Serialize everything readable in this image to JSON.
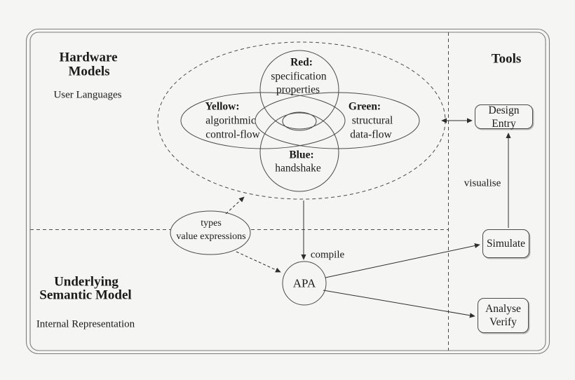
{
  "colors": {
    "background": "#f5f5f3",
    "line": "#4a4a4a",
    "frame": "#7d7d7d",
    "text": "#1b1b1b"
  },
  "hardware_region": {
    "title_line1": "Hardware",
    "title_line2": "Models",
    "subtitle": "User Languages"
  },
  "semantic_region": {
    "title_line1": "Underlying",
    "title_line2": "Semantic Model",
    "subtitle": "Internal Representation"
  },
  "tools_region": {
    "title": "Tools"
  },
  "venn": {
    "red": {
      "title": "Red:",
      "line1": "specification",
      "line2": "properties"
    },
    "yellow": {
      "title": "Yellow:",
      "line1": "algorithmic",
      "line2": "control-flow"
    },
    "green": {
      "title": "Green:",
      "line1": "structural",
      "line2": "data-flow"
    },
    "blue": {
      "title": "Blue:",
      "line1": "handshake"
    }
  },
  "nodes": {
    "types": {
      "line1": "types",
      "line2": "value expressions"
    },
    "apa": {
      "label": "APA"
    },
    "design_entry": {
      "label": "Design Entry"
    },
    "simulate": {
      "label": "Simulate"
    },
    "analyse_verify": {
      "line1": "Analyse",
      "line2": "Verify"
    }
  },
  "edge_labels": {
    "compile": "compile",
    "visualise": "visualise"
  }
}
